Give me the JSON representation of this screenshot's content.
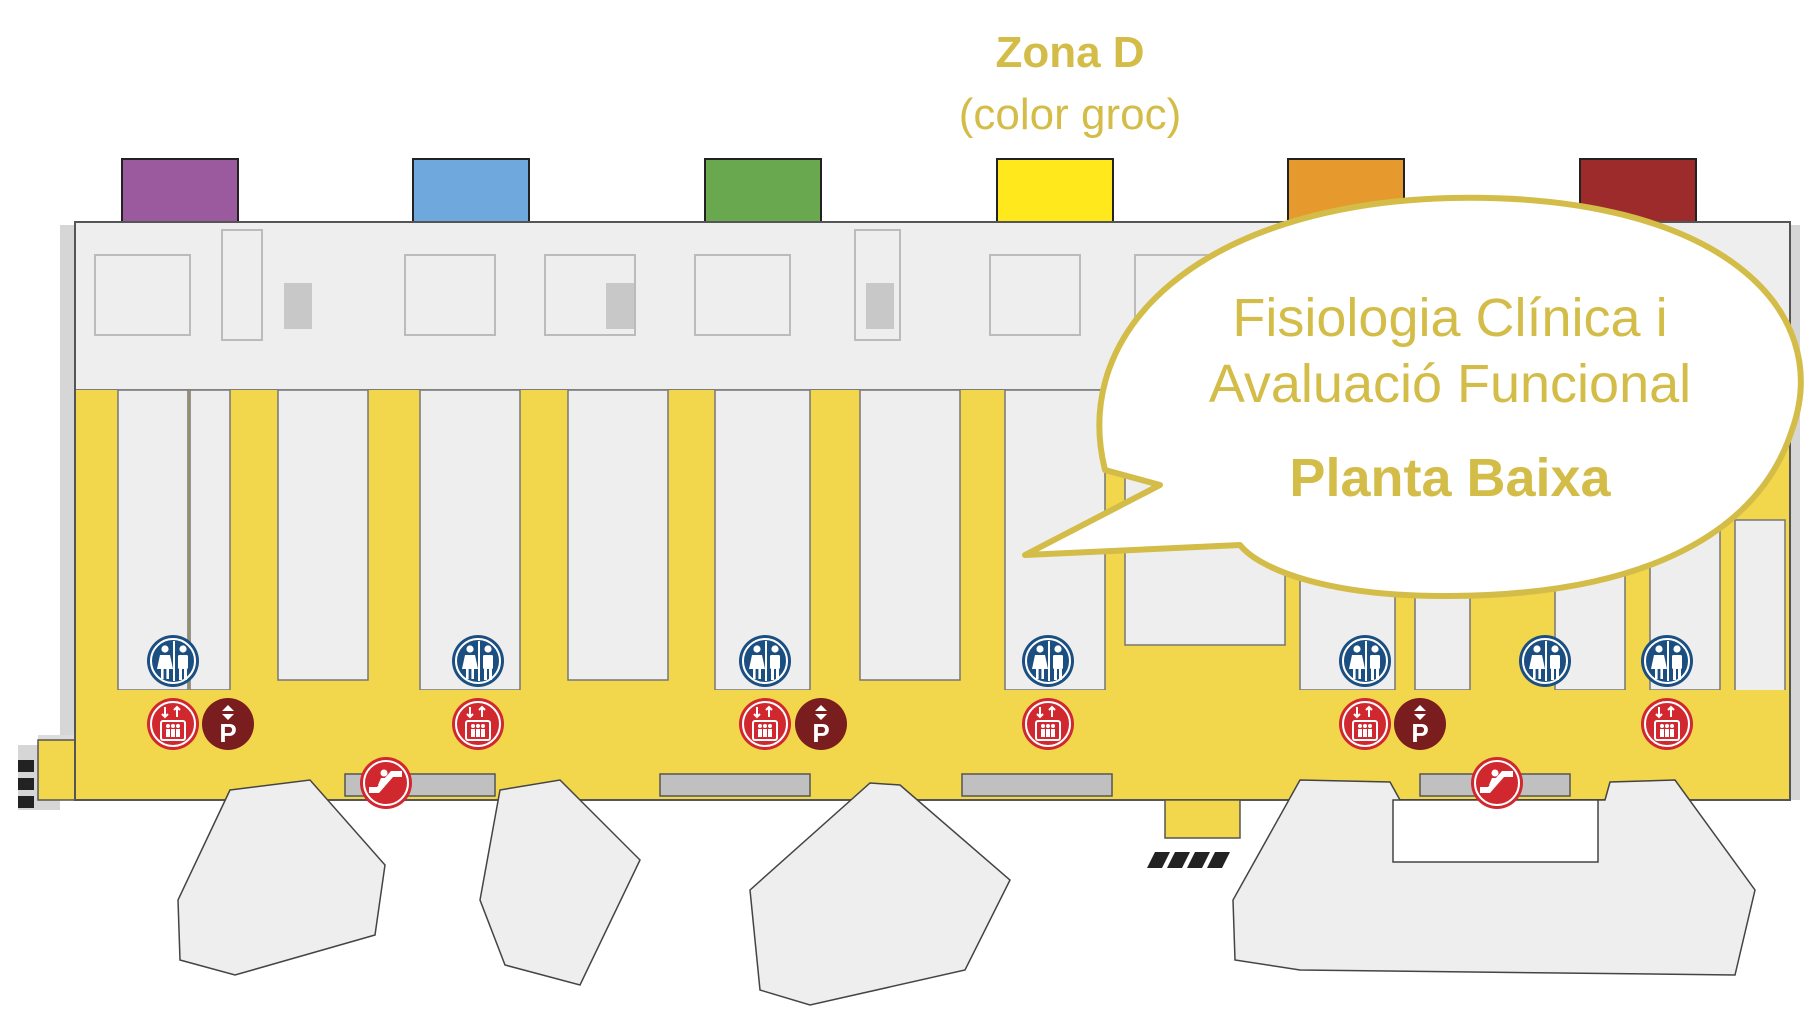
{
  "zone": {
    "name": "Zona D",
    "subtitle": "(color groc)",
    "highlight_color": "#f2d64b"
  },
  "callout": {
    "line1": "Fisiologia Clínica i",
    "line2": "Avaluació Funcional",
    "line3": "Planta Baixa",
    "text_color": "#d3bd48"
  },
  "zone_color_tabs": [
    "#9b5a9e",
    "#6fa8dc",
    "#6aa84f",
    "#ffe81c",
    "#e69a2e",
    "#9e2b2b"
  ],
  "legend_icons": {
    "toilets": "toilets-icon",
    "elevator": "elevator-icon",
    "parking": "parking-icon",
    "escalator": "escalator-icon"
  },
  "parking_label": "P"
}
